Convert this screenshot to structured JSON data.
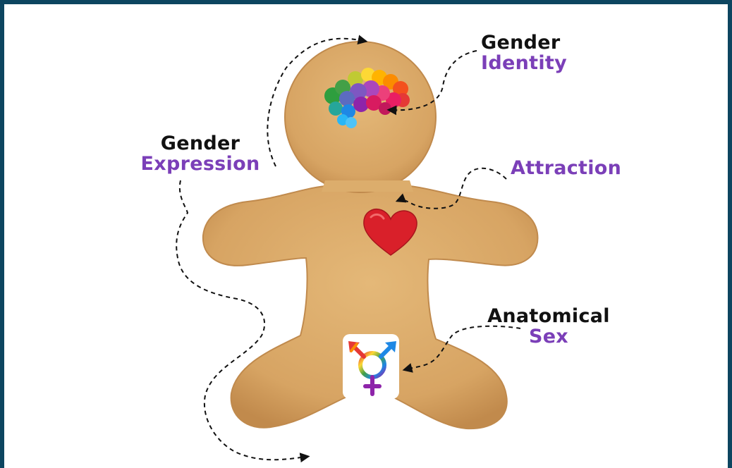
{
  "labels": {
    "gender_identity": {
      "line1": "Gender",
      "line2": "Identity"
    },
    "gender_expression": {
      "line1": "Gender",
      "line2": "Expression"
    },
    "attraction": "Attraction",
    "anatomical_sex": {
      "line1": "Anatomical",
      "line2": "Sex"
    }
  },
  "colors": {
    "frame": "#0d4560",
    "background": "#ffffff",
    "cookie": "#d9a868",
    "accent_purple": "#7b3fb8",
    "text_dark": "#111111",
    "heart": "#d9202a"
  },
  "icons": [
    "brain-icon",
    "heart-icon",
    "transgender-symbol-icon",
    "arrow-icon"
  ]
}
